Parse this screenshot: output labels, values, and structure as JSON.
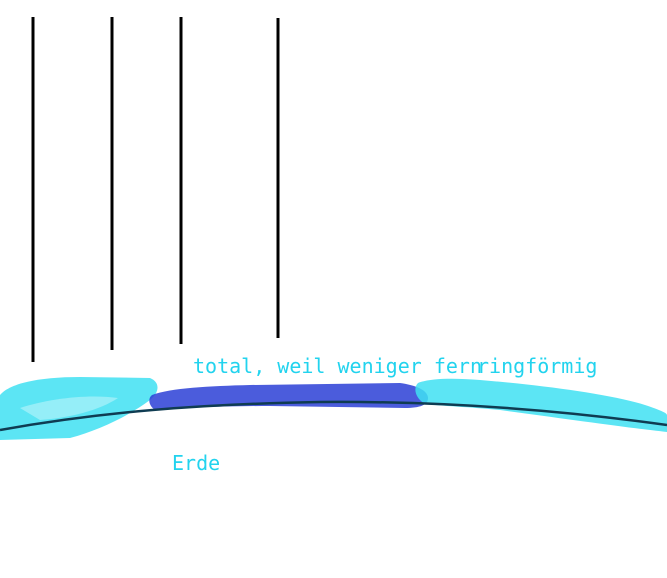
{
  "labels": {
    "total": "total, weil weniger fern",
    "ring": "ringförmig",
    "earth": "Erde"
  },
  "colors": {
    "label": "#22d3ee",
    "total_zone": "#2b3fd6",
    "ring_zone": "#3fe0f2",
    "earth_line": "#0f3c52",
    "ray": "#000000"
  }
}
